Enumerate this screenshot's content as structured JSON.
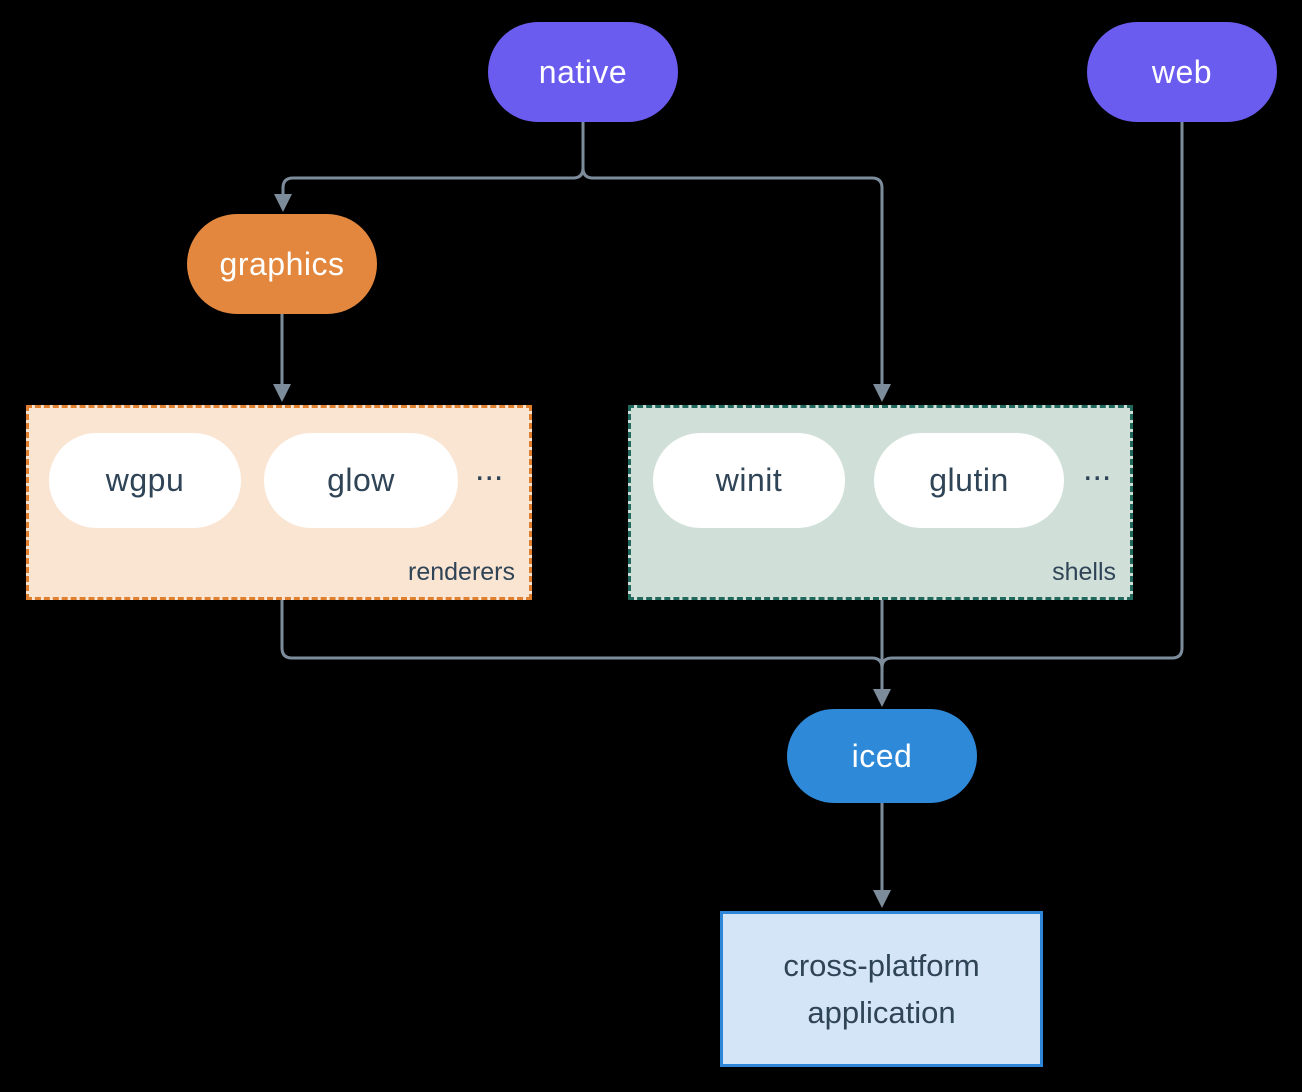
{
  "nodes": {
    "native": {
      "label": "native",
      "color": "#6b5cf0"
    },
    "web": {
      "label": "web",
      "color": "#6b5cf0"
    },
    "graphics": {
      "label": "graphics",
      "color": "#e2873d"
    },
    "iced": {
      "label": "iced",
      "color": "#2e89d8"
    },
    "application": {
      "line1": "cross-platform",
      "line2": "application",
      "fill": "#d3e5f6",
      "border": "#2e86d8"
    }
  },
  "groups": {
    "renderers": {
      "label": "renderers",
      "fill": "#fae5d3",
      "border": "#e0802f",
      "items": [
        "wgpu",
        "glow"
      ],
      "ellipsis": "..."
    },
    "shells": {
      "label": "shells",
      "fill": "#d0e0d9",
      "border": "#20695c",
      "items": [
        "winit",
        "glutin"
      ],
      "ellipsis": "..."
    }
  },
  "style": {
    "background": "#000000",
    "connector_color": "#7d8c9b",
    "pill_text_color": "#ffffff",
    "dark_text_color": "#2f4456"
  }
}
